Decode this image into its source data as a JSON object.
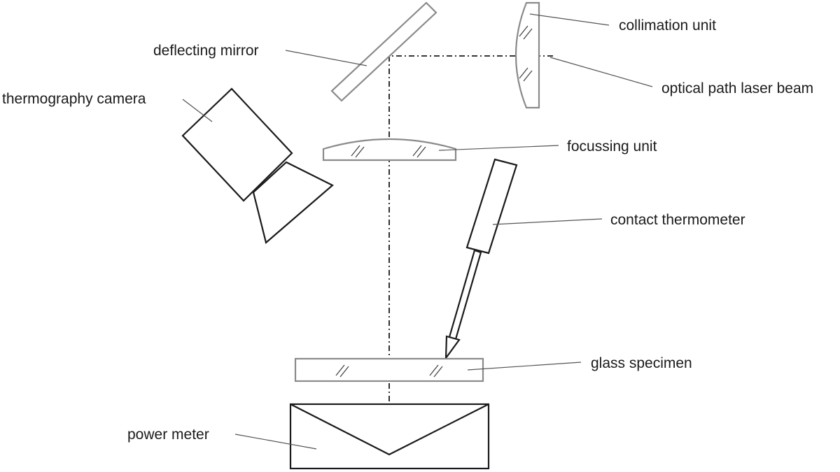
{
  "labels": {
    "collimation_unit": "collimation unit",
    "deflecting_mirror": "deflecting mirror",
    "optical_path_laser_beam": "optical path laser beam",
    "thermography_camera": "thermography camera",
    "focussing_unit": "focussing unit",
    "contact_thermometer": "contact thermometer",
    "glass_specimen": "glass specimen",
    "power_meter": "power meter"
  }
}
